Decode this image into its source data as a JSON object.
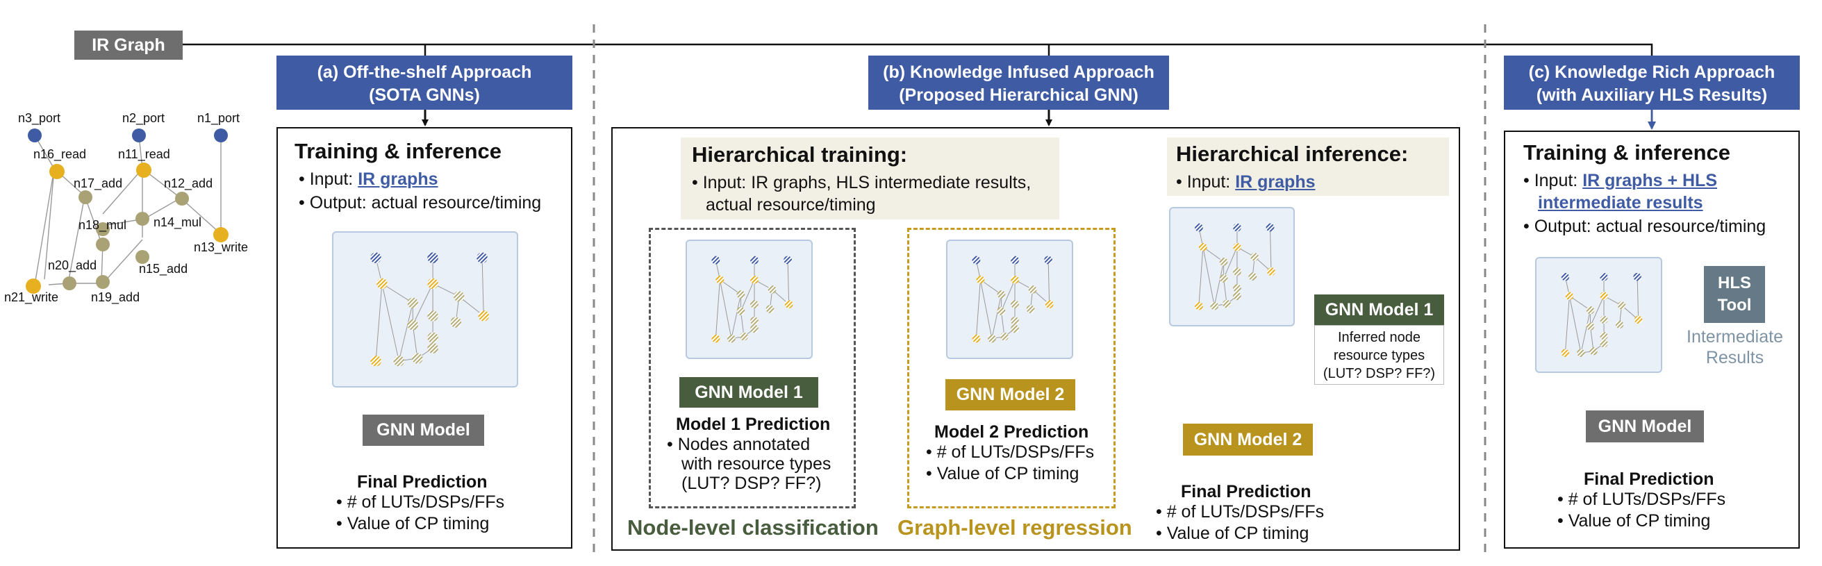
{
  "ir_graph": {
    "label": "IR Graph",
    "nodes": [
      "n3_port",
      "n2_port",
      "n1_port",
      "n16_read",
      "n11_read",
      "n17_add",
      "n12_add",
      "n18_mul",
      "n14_mul",
      "n13_write",
      "n20_add",
      "n15_add",
      "n21_write",
      "n19_add"
    ]
  },
  "panel_a": {
    "header_line1": "(a) Off-the-shelf Approach",
    "header_line2": "(SOTA GNNs)",
    "title": "Training & inference",
    "input_prefix": "• Input: ",
    "input_link": "IR graphs",
    "output": "• Output: actual resource/timing",
    "model_label": "GNN Model",
    "final_title": "Final Prediction",
    "final_items": [
      "• # of LUTs/DSPs/FFs",
      "• Value of CP timing"
    ]
  },
  "panel_b": {
    "header_line1": "(b) Knowledge Infused Approach",
    "header_line2": "(Proposed Hierarchical GNN)",
    "training_title": "Hierarchical training:",
    "training_line1": "• Input: IR graphs, HLS intermediate results,",
    "training_line2": "actual resource/timing",
    "model1_label": "GNN Model 1",
    "model1_pred_title": "Model 1 Prediction",
    "model1_pred_lines": [
      "• Nodes annotated",
      "with resource types",
      "(LUT? DSP? FF?)"
    ],
    "model2_label": "GNN Model 2",
    "model2_pred_title": "Model 2 Prediction",
    "model2_pred_lines": [
      "• # of LUTs/DSPs/FFs",
      "• Value of CP timing"
    ],
    "node_caption": "Node-level classification",
    "graph_caption": "Graph-level regression",
    "inference_title": "Hierarchical inference:",
    "inference_input_prefix": "• Input: ",
    "inference_input_link": "IR graphs",
    "inf_model1_label": "GNN Model 1",
    "inf_model1_note": [
      "Inferred node",
      "resource types",
      "(LUT? DSP? FF?)"
    ],
    "inf_model2_label": "GNN Model 2",
    "final_title": "Final Prediction",
    "final_items": [
      "• # of LUTs/DSPs/FFs",
      "• Value of CP timing"
    ]
  },
  "panel_c": {
    "header_line1": "(c) Knowledge Rich Approach",
    "header_line2": "(with Auxiliary HLS Results)",
    "title": "Training & inference",
    "input_prefix": "• Input: ",
    "input_link_line1": "IR graphs + HLS",
    "input_link_line2": "intermediate results",
    "output": "• Output: actual resource/timing",
    "hls_tool_line1": "HLS",
    "hls_tool_line2": "Tool",
    "intermediate_line1": "Intermediate",
    "intermediate_line2": "Results",
    "model_label": "GNN Model",
    "final_title": "Final Prediction",
    "final_items": [
      "• # of LUTs/DSPs/FFs",
      "• Value of CP timing"
    ]
  },
  "colors": {
    "header_blue": "#3f5ba3",
    "gnn_gray": "#6e6e6e",
    "gnn_green": "#485c3e",
    "gnn_gold": "#b8941f",
    "hls_slate": "#657a86",
    "node_blue": "#3f5ba3",
    "node_yellow": "#e6b020",
    "node_olive": "#a9a274",
    "training_bg": "#f2efe4",
    "mini_bg": "#e9f0f8"
  }
}
